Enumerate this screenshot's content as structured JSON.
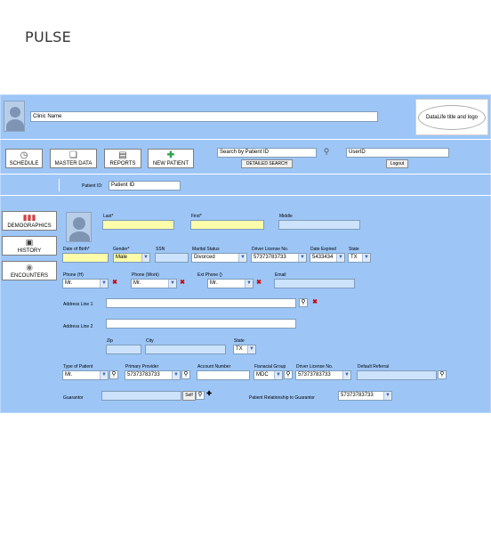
{
  "app": {
    "title": "PULSE"
  },
  "header": {
    "clinic_name": "Clinic Name",
    "logo_text": "DataLife title and logo"
  },
  "toolbar": {
    "schedule": "SCHEDULE",
    "master_data": "MASTER DATA",
    "reports": "REPORTS",
    "new_patient": "NEW PATIENT",
    "search_placeholder": "Search by Patient ID",
    "detailed_search": "DETAILED SEARCH",
    "user_id": "UserID",
    "logout": "Logout"
  },
  "patient_id": {
    "label": "Patient ID:",
    "value": "Patient ID"
  },
  "sidebar": {
    "demographics": "DEMOGRAPHICS",
    "history": "HISTORY",
    "encounters": "ENCOUNTERS"
  },
  "form": {
    "last_label": "Last*",
    "first_label": "First*",
    "middle_label": "Middle",
    "dob_label": "Date of Birth*",
    "gender_label": "Gender*",
    "gender_value": "Male",
    "ssn_label": "SSN",
    "marital_label": "Marital Status",
    "marital_value": "Divorced",
    "dl_label": "Driver License No.",
    "dl_value": "57373783733",
    "date_expired_label": "Date Expired",
    "date_expired_value": "5433434",
    "state_label": "State",
    "state_value": "TX",
    "phone_h_label": "Phone (H)",
    "phone_h_value": "Mr.",
    "phone_w_label": "Phone (Work)",
    "phone_w_value": "Mr.",
    "ext_label": "Ext Phone ()",
    "ext_value": "Mr.",
    "email_label": "Email",
    "addr1_label": "Address Line 1",
    "addr2_label": "Address Line 2",
    "zip_label": "Zip",
    "city_label": "City",
    "state2_label": "State",
    "state2_value": "TX",
    "type_label": "Type of Patient",
    "type_value": "Mr.",
    "provider_label": "Primary Provider",
    "provider_value": "57373783733",
    "account_label": "Account Number",
    "fin_label": "Fianacial Group",
    "fin_value": "MDC",
    "dl2_label": "Driver License No.",
    "dl2_value": "57373783733",
    "referral_label": "Default Referral",
    "guarantor_label": "Guarantor",
    "self_label": "Self",
    "relationship_label": "Patient Relationship to Guarantor",
    "relationship_value": "57373783733"
  },
  "icons": {
    "schedule": "clock-icon",
    "master_data": "box-icon",
    "reports": "document-icon",
    "new_patient": "plus-circle-icon",
    "search": "magnifier-icon",
    "demographics": "bar-chart-icon",
    "history": "film-icon",
    "encounters": "stethoscope-icon"
  },
  "colors": {
    "panel_bg": "#9dc6f7",
    "required_field": "#fffdaa",
    "readonly_field": "#cde2fb",
    "new_patient_icon": "#2ea44f",
    "remove_icon": "#cc0000"
  }
}
